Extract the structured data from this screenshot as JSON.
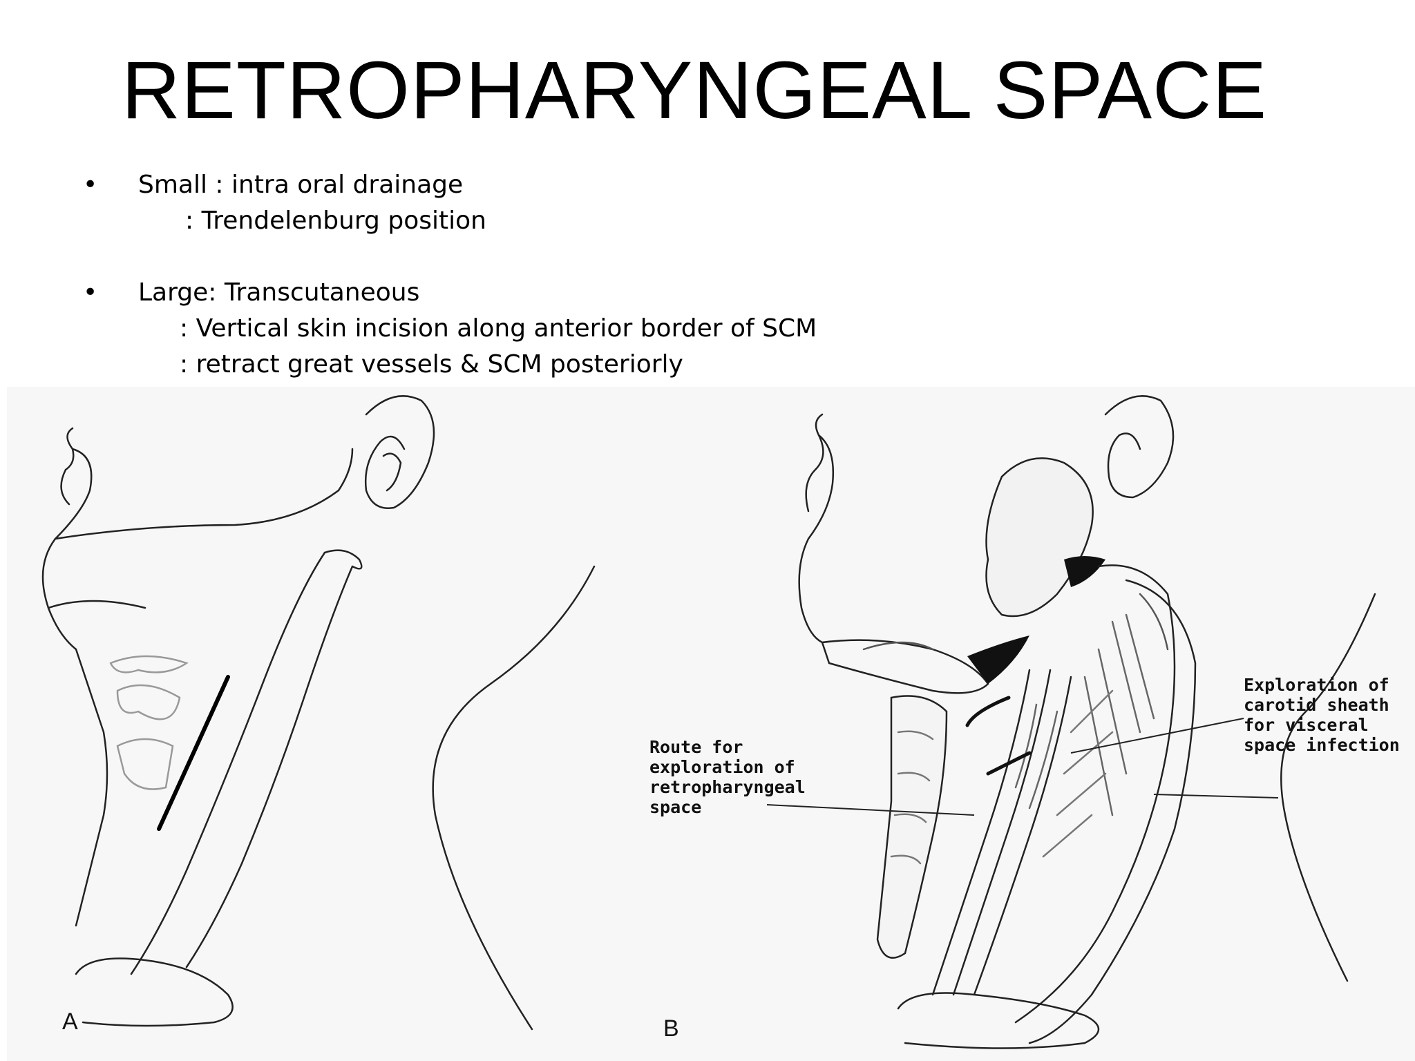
{
  "slide": {
    "title": "RETROPHARYNGEAL SPACE"
  },
  "bullets": [
    {
      "marker": "•",
      "main": "Small : intra oral drainage",
      "subs": [
        ": Trendelenburg position"
      ]
    },
    {
      "marker": "•",
      "main": "Large: Transcutaneous",
      "subs": [
        ": Vertical skin incision along anterior border of SCM",
        ": retract great vessels & SCM posteriorly"
      ]
    }
  ],
  "figure": {
    "panel_a_letter": "A",
    "panel_b_letter": "B",
    "route_label": [
      "Route for",
      "exploration of",
      "retropharyngeal",
      "space"
    ],
    "carotid_label": [
      "Exploration of",
      "carotid sheath",
      "for visceral",
      "space infection"
    ]
  }
}
